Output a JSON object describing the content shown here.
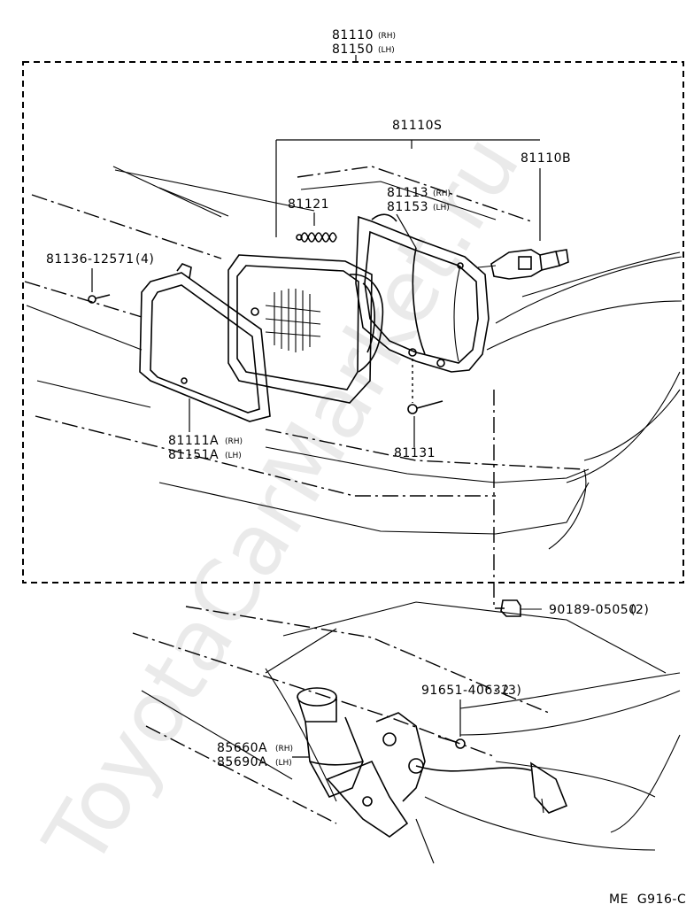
{
  "watermark": "ToyotaCarMarket.ru",
  "diagram_code": "ME  G916-C",
  "parts": {
    "headlamp_assy": {
      "number_rh": "81110",
      "side_rh": "(RH)",
      "number_lh": "81150",
      "side_lh": "(LH)"
    },
    "sealed_unit": {
      "number": "81110S"
    },
    "bulb": {
      "number": "81110B"
    },
    "spring": {
      "number": "81121"
    },
    "housing": {
      "number_rh": "81113",
      "side_rh": "(RH)",
      "number_lh": "81153",
      "side_lh": "(LH)"
    },
    "screw_rim": {
      "number": "81136-12571",
      "qty": "(4)"
    },
    "retaining_ring": {
      "number_rh": "81111A",
      "side_rh": "(RH)",
      "number_lh": "81151A",
      "side_lh": "(LH)"
    },
    "adjust_screw": {
      "number": "81131"
    },
    "nut_clip": {
      "number": "90189-05050",
      "qty": "(2)"
    },
    "bolt": {
      "number": "91651-40632",
      "qty": "(3)"
    },
    "retractor_motor": {
      "number_rh": "85660A",
      "side_rh": "(RH)",
      "number_lh": "85690A",
      "side_lh": "(LH)"
    }
  }
}
